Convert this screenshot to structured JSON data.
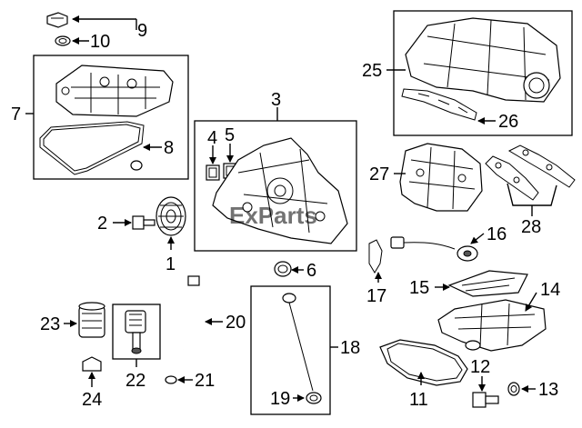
{
  "callouts": {
    "c1": "1",
    "c2": "2",
    "c3": "3",
    "c4": "4",
    "c5": "5",
    "c6": "6",
    "c7": "7",
    "c8": "8",
    "c9": "9",
    "c10": "10",
    "c11": "11",
    "c12": "12",
    "c13": "13",
    "c14": "14",
    "c15": "15",
    "c16": "16",
    "c17": "17",
    "c18": "18",
    "c19": "19",
    "c20": "20",
    "c21": "21",
    "c22": "22",
    "c23": "23",
    "c24": "24",
    "c25": "25",
    "c26": "26",
    "c27": "27",
    "c28": "28"
  },
  "watermark": "ExParts"
}
